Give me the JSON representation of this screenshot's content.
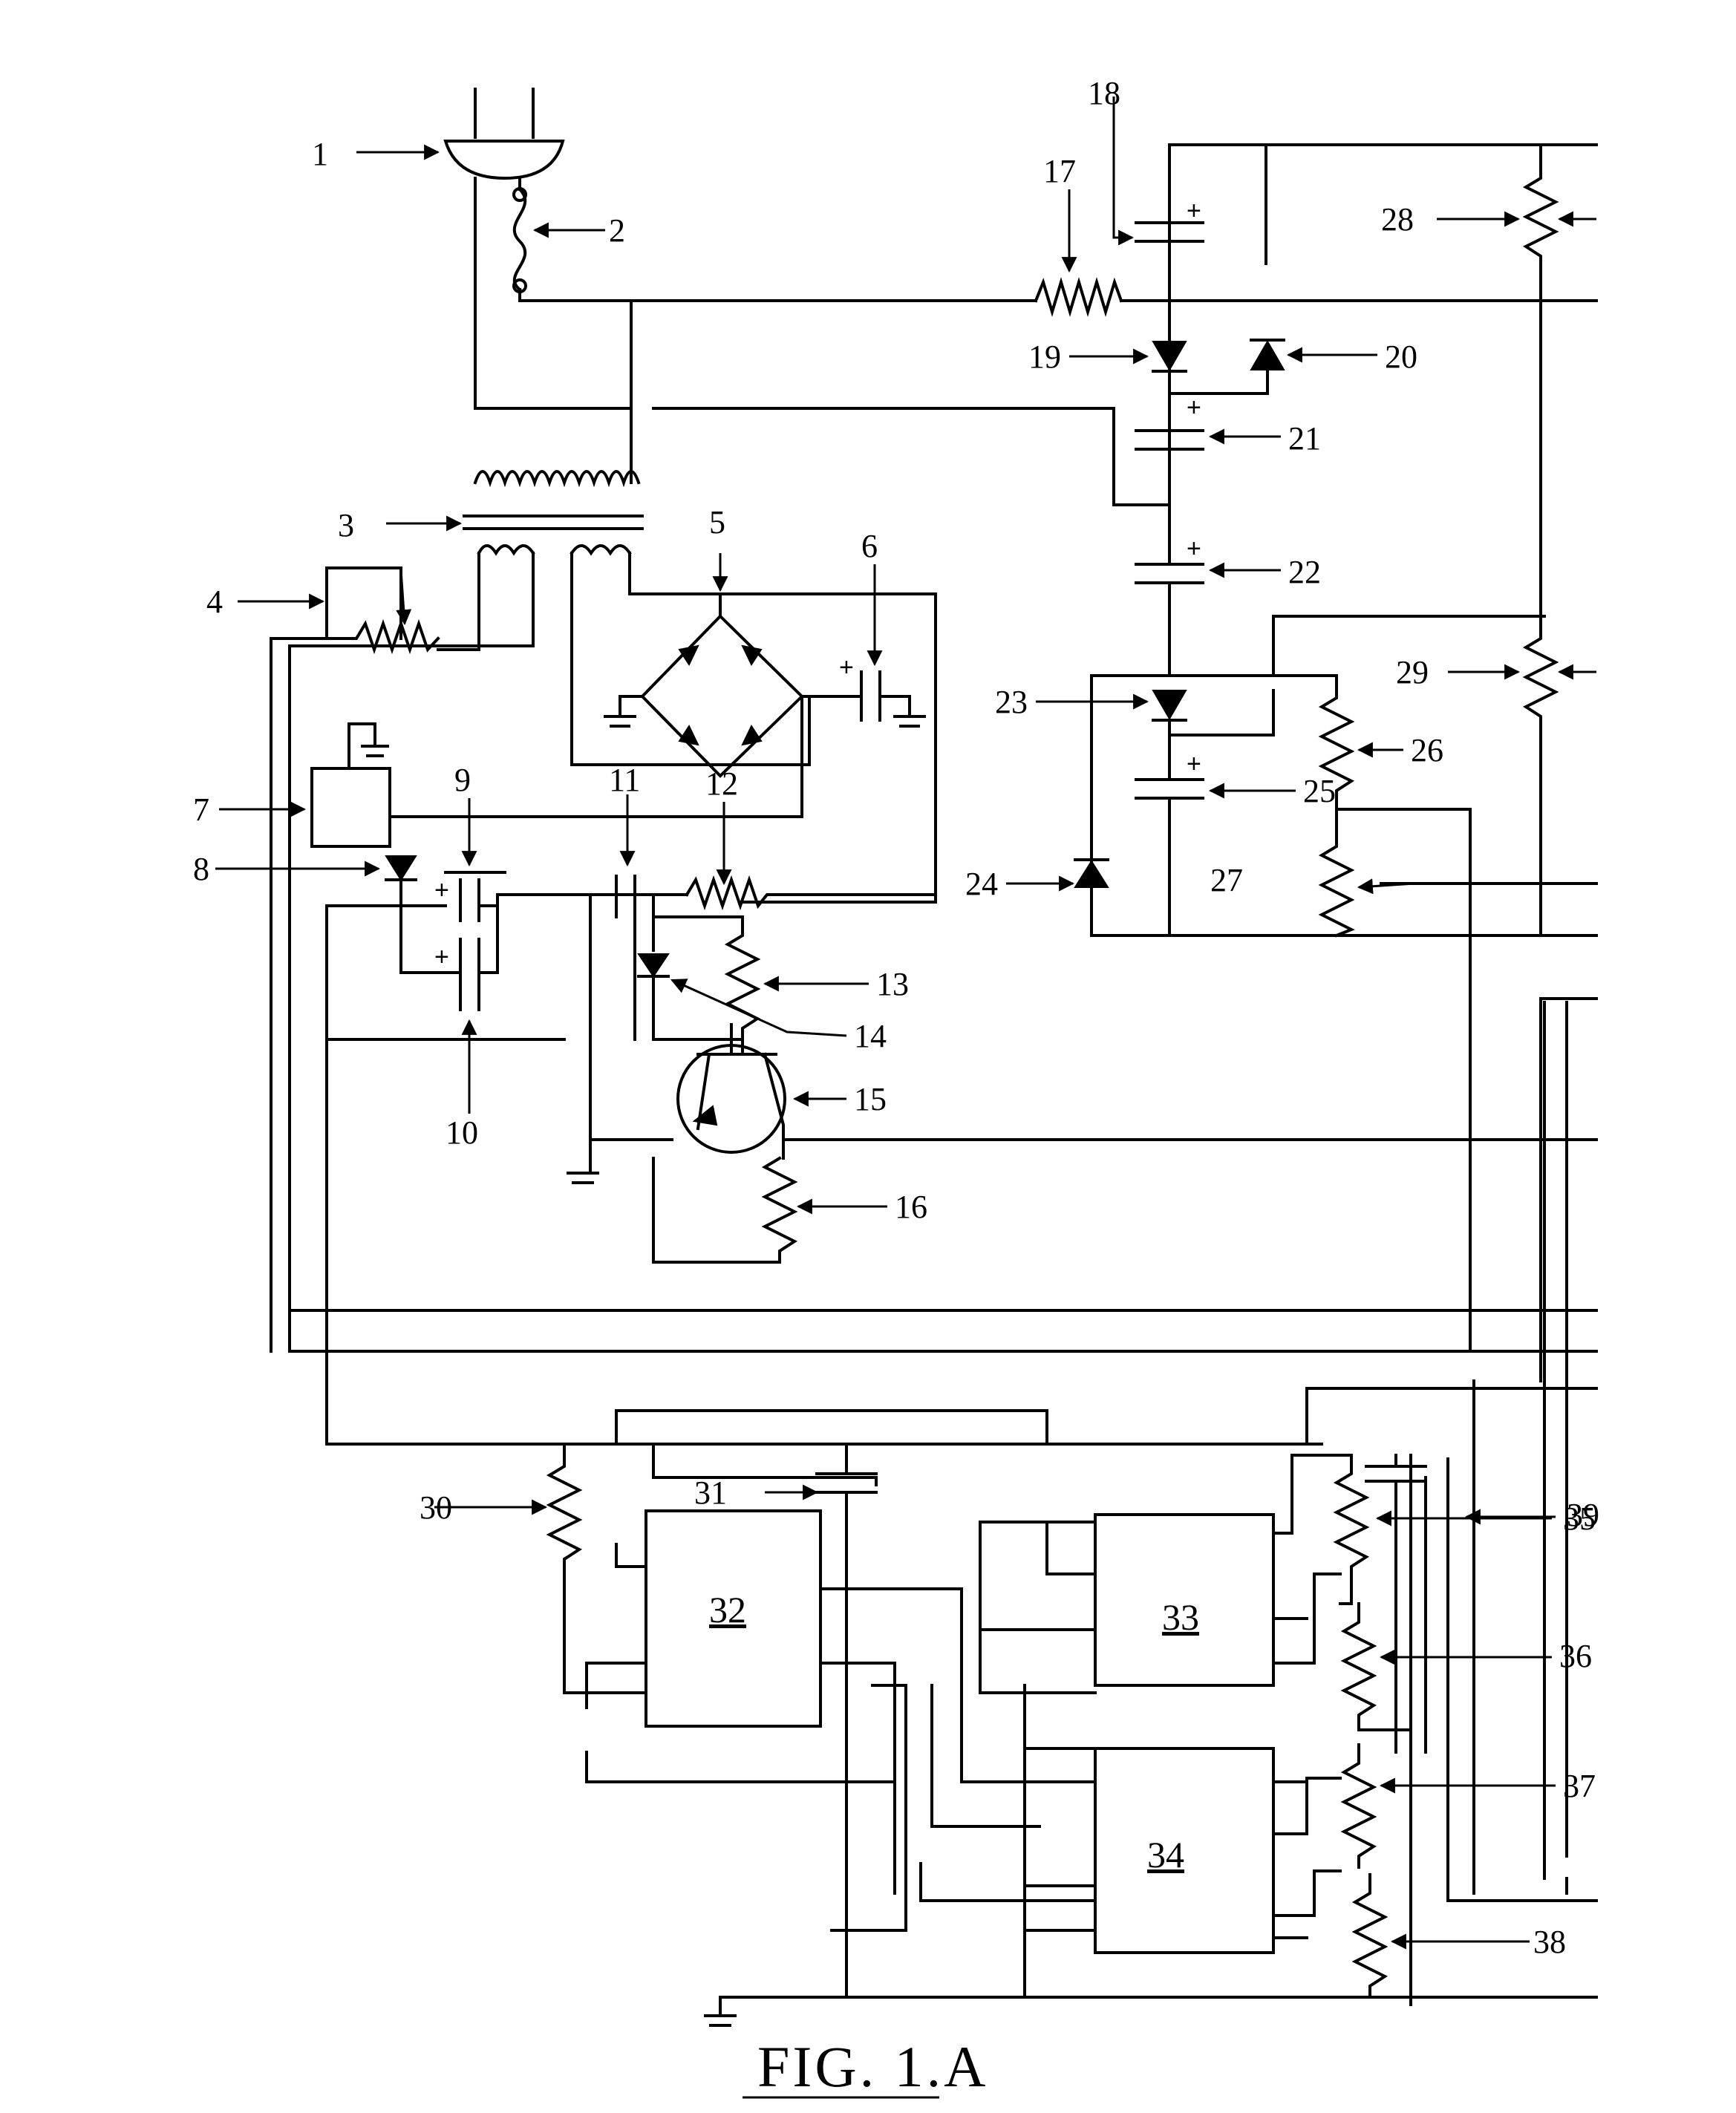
{
  "figure": {
    "caption": "FIG. 1.A",
    "labels": {
      "1": "1",
      "2": "2",
      "3": "3",
      "4": "4",
      "5": "5",
      "6": "6",
      "7": "7",
      "8": "8",
      "9": "9",
      "10": "10",
      "11": "11",
      "12": "12",
      "13": "13",
      "14": "14",
      "15": "15",
      "16": "16",
      "17": "17",
      "18": "18",
      "19": "19",
      "20": "20",
      "21": "21",
      "22": "22",
      "23": "23",
      "24": "24",
      "25": "25",
      "26": "26",
      "27": "27",
      "28": "28",
      "29": "29",
      "30": "30",
      "31": "31",
      "32": "32",
      "33": "33",
      "34": "34",
      "35": "35",
      "36": "36",
      "37": "37",
      "38": "38",
      "39": "39"
    },
    "plus_sign": "+"
  }
}
